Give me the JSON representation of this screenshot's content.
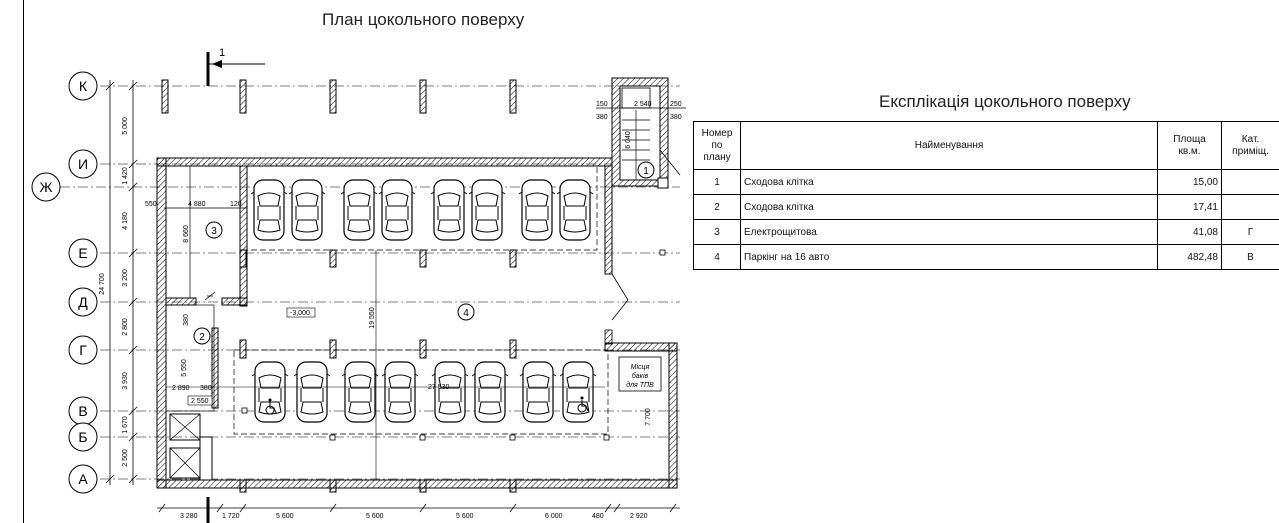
{
  "plan": {
    "title": "План цокольного поверху",
    "section_mark": "1",
    "axes": [
      "К",
      "И",
      "Ж",
      "Е",
      "Д",
      "Г",
      "В",
      "Б",
      "А"
    ],
    "vertical_dims": [
      "5 000",
      "1 420",
      "4 180",
      "3 200",
      "2 800",
      "3 930",
      "1 670",
      "2 500"
    ],
    "overall_dim": "24 700",
    "bottom_dims": [
      "3 280",
      "1 720",
      "5 600",
      "5 600",
      "5 600",
      "6 000",
      "480",
      "2 920"
    ],
    "inner_dims": {
      "d550": "550",
      "d4880": "4 880",
      "d120": "120",
      "d8660": "8 660",
      "d19550": "19 550",
      "d27530": "27 530",
      "d7700": "7 700",
      "stair_top": [
        "150",
        "2 540",
        "250",
        "380",
        "380",
        "6 040"
      ],
      "stair2": [
        "380",
        "5 550",
        "2 890",
        "380",
        "2 550"
      ]
    },
    "level_mark": "-3,000",
    "room_numbers": [
      "1",
      "2",
      "3",
      "4"
    ],
    "tank_note": [
      "Місця",
      "баків",
      "для ТПВ"
    ]
  },
  "explication": {
    "title": "Експлікація цокольного поверху",
    "headers": {
      "num": [
        "Номер",
        "по",
        "плану"
      ],
      "name": "Найменування",
      "area": [
        "Площа",
        "кв.м."
      ],
      "cat": [
        "Кат.",
        "приміщ."
      ]
    },
    "rows": [
      {
        "num": "1",
        "name": "Сходова клітка",
        "area": "15,00",
        "cat": ""
      },
      {
        "num": "2",
        "name": "Сходова клітка",
        "area": "17,41",
        "cat": ""
      },
      {
        "num": "3",
        "name": "Електрощитова",
        "area": "41,08",
        "cat": "Г"
      },
      {
        "num": "4",
        "name": "Паркінг на 16 авто",
        "area": "482,48",
        "cat": "В"
      }
    ]
  }
}
